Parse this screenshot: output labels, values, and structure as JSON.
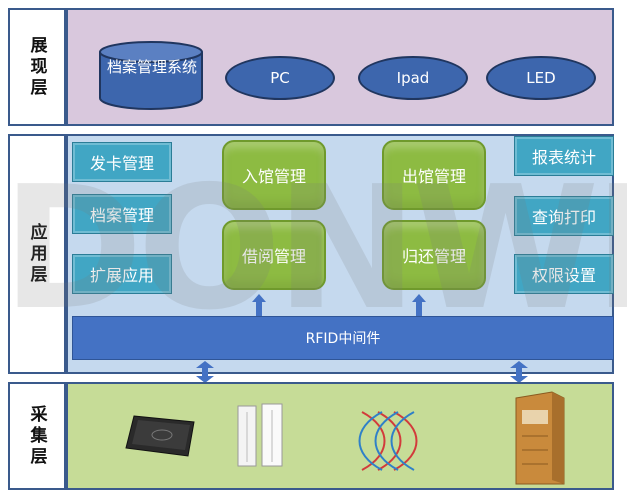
{
  "layers": {
    "presentation": {
      "label": "展现层",
      "items": {
        "archive_system": "档案管理系统",
        "pc": "PC",
        "ipad": "Ipad",
        "led": "LED"
      }
    },
    "application": {
      "label": "应用层",
      "left": [
        "发卡管理",
        "档案管理",
        "扩展应用"
      ],
      "center_left": [
        "入馆管理",
        "借阅管理"
      ],
      "center_right": [
        "出馆管理",
        "归还管理"
      ],
      "right": [
        "报表统计",
        "查询打印",
        "权限设置"
      ]
    },
    "middleware": {
      "label": "RFID中间件"
    },
    "collection": {
      "label": "采集层"
    }
  },
  "watermark": "DONWIT",
  "colors": {
    "presentation_bg": "#d9c8dd",
    "application_bg": "#c5d9ee",
    "collection_bg": "#c6dc97",
    "teal": "#41a6c4",
    "green": "#8dbb42",
    "blue": "#4472c4"
  }
}
